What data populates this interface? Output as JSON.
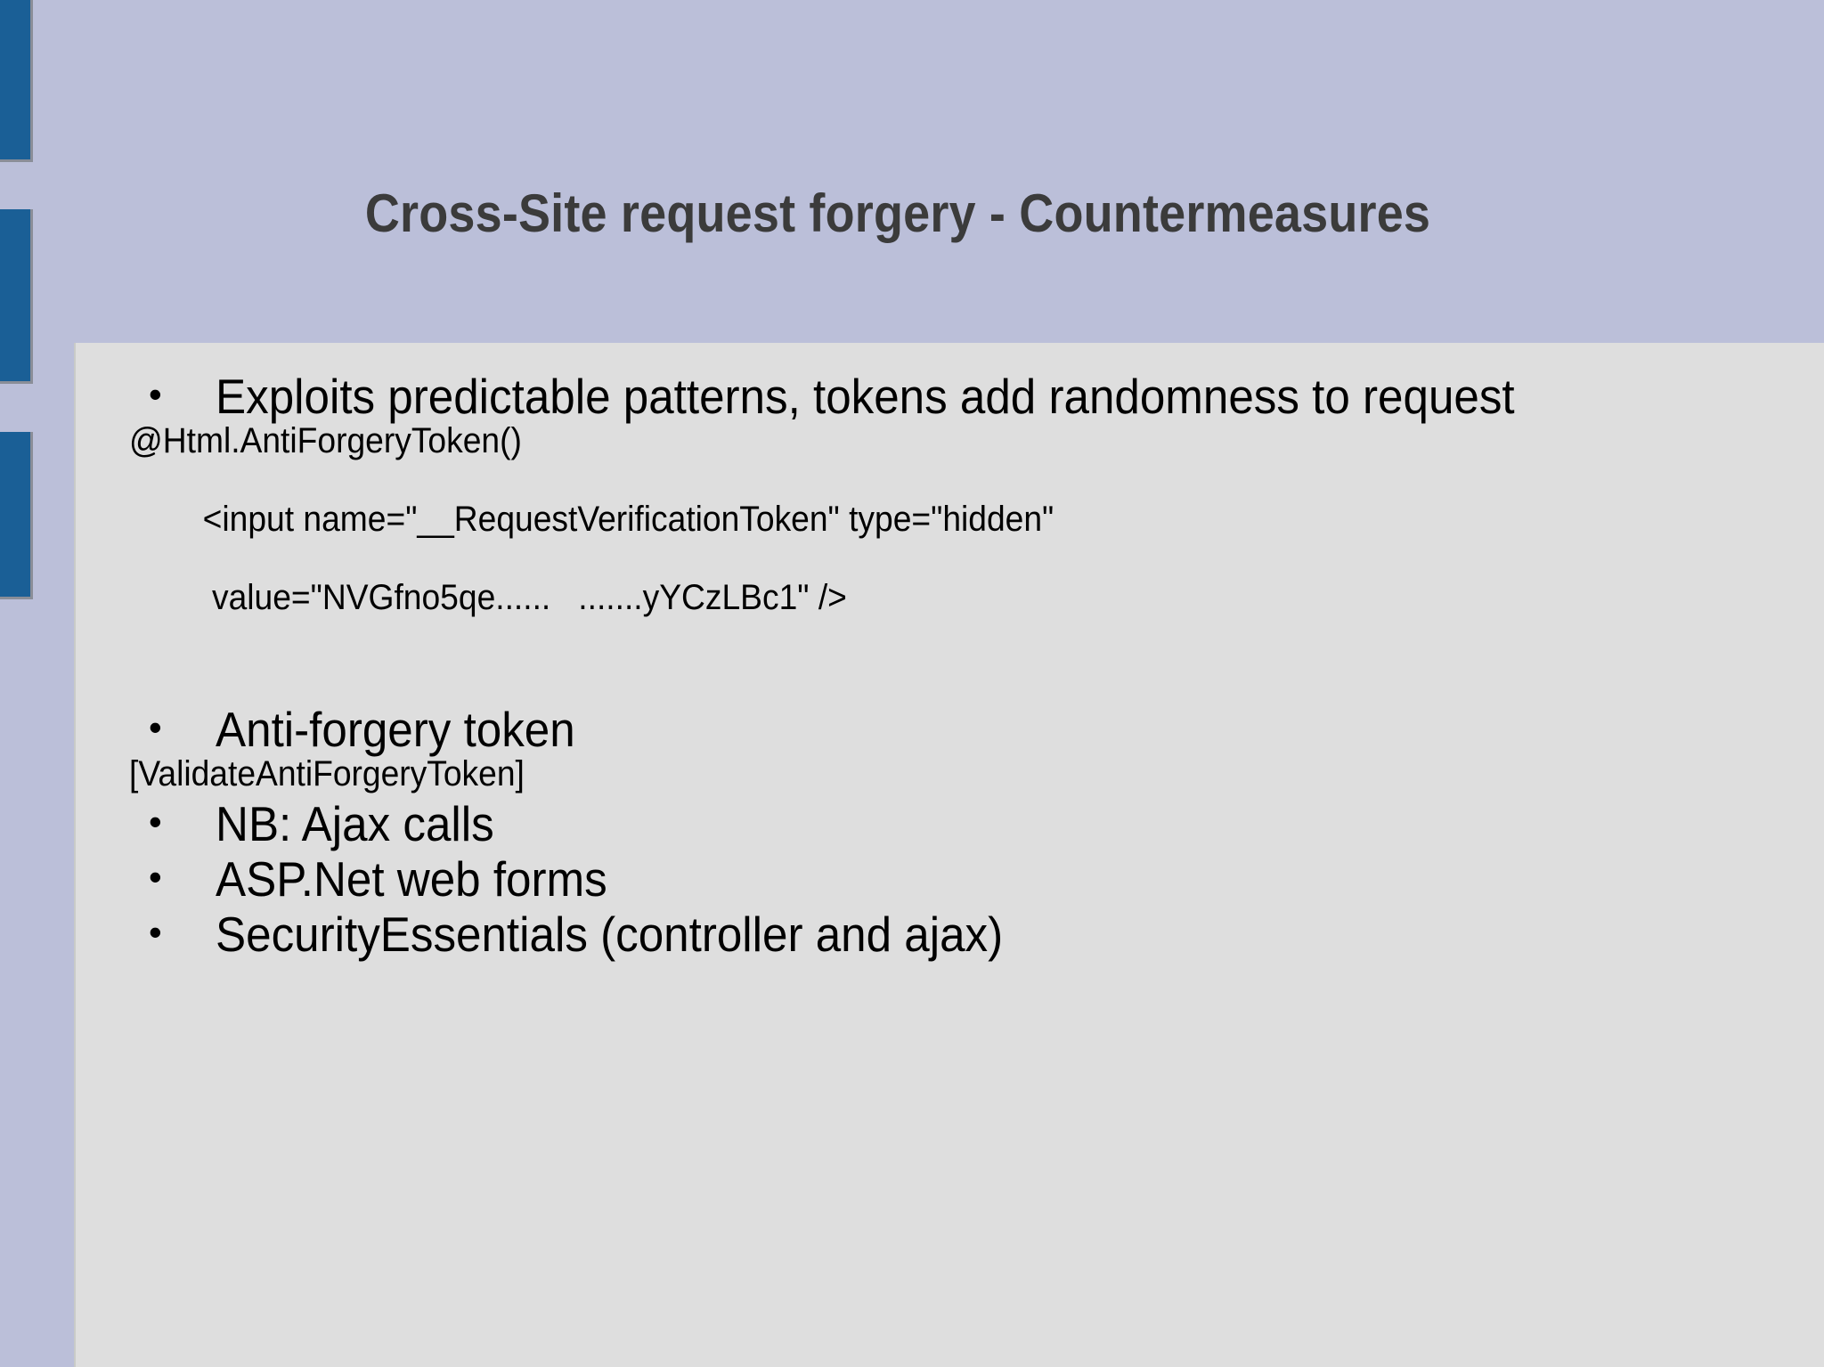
{
  "slide": {
    "title": "Cross-Site request forgery - Countermeasures",
    "colors": {
      "header_background": "#bbbfd9",
      "content_background": "#dedede",
      "accent_block": "#1a5f96",
      "title_text": "#3b3b3b",
      "body_text": "#000000"
    },
    "bullet_marker": "•",
    "body": {
      "items": [
        {
          "kind": "bullet",
          "text": "Exploits predictable patterns, tokens add randomness to request"
        },
        {
          "kind": "code",
          "text": "@Html.AntiForgeryToken()"
        },
        {
          "kind": "code",
          "line1": "<input name=\"__RequestVerificationToken\" type=\"hidden\"",
          "line2": "value=\"NVGfno5qe......   .......yYCzLBc1\" />"
        },
        {
          "kind": "bullet",
          "text": "Anti-forgery token"
        },
        {
          "kind": "code",
          "text": "[ValidateAntiForgeryToken]"
        },
        {
          "kind": "bullet",
          "text": "NB: Ajax calls"
        },
        {
          "kind": "bullet",
          "text": "ASP.Net web forms"
        },
        {
          "kind": "bullet",
          "text": "SecurityEssentials (controller and ajax)"
        }
      ]
    }
  }
}
